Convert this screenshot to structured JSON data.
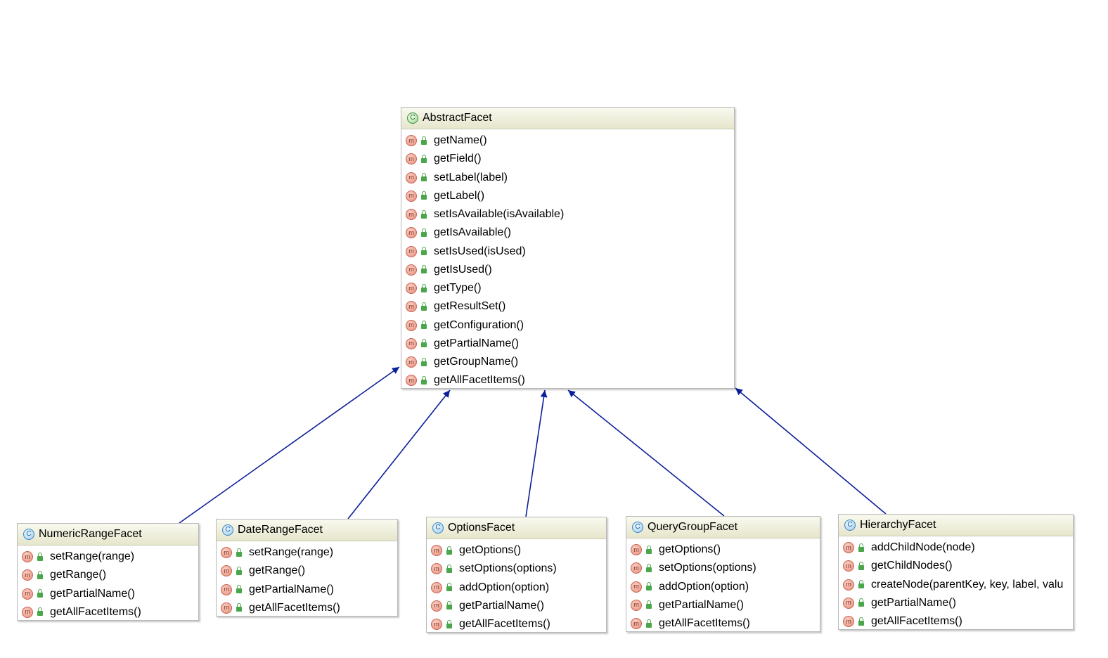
{
  "colors": {
    "arrow": "#0b1f9a",
    "header_gradient_top": "#f9f9ef",
    "header_gradient_bottom": "#e6e6cc",
    "method_icon": "#e58b78",
    "public_lock": "#4aa64a"
  },
  "icons": {
    "class": "class-icon",
    "abstract_class": "abstract-class-icon",
    "method": "method-icon",
    "public": "lock-icon"
  },
  "classes": {
    "abstract_facet": {
      "name": "AbstractFacet",
      "icon_letter": "C",
      "methods": [
        "getName()",
        "getField()",
        "setLabel(label)",
        "getLabel()",
        "setIsAvailable(isAvailable)",
        "getIsAvailable()",
        "setIsUsed(isUsed)",
        "getIsUsed()",
        "getType()",
        "getResultSet()",
        "getConfiguration()",
        "getPartialName()",
        "getGroupName()",
        "getAllFacetItems()"
      ]
    },
    "numeric_range_facet": {
      "name": "NumericRangeFacet",
      "icon_letter": "C",
      "methods": [
        "setRange(range)",
        "getRange()",
        "getPartialName()",
        "getAllFacetItems()"
      ]
    },
    "date_range_facet": {
      "name": "DateRangeFacet",
      "icon_letter": "C",
      "methods": [
        "setRange(range)",
        "getRange()",
        "getPartialName()",
        "getAllFacetItems()"
      ]
    },
    "options_facet": {
      "name": "OptionsFacet",
      "icon_letter": "C",
      "methods": [
        "getOptions()",
        "setOptions(options)",
        "addOption(option)",
        "getPartialName()",
        "getAllFacetItems()"
      ]
    },
    "query_group_facet": {
      "name": "QueryGroupFacet",
      "icon_letter": "C",
      "methods": [
        "getOptions()",
        "setOptions(options)",
        "addOption(option)",
        "getPartialName()",
        "getAllFacetItems()"
      ]
    },
    "hierarchy_facet": {
      "name": "HierarchyFacet",
      "icon_letter": "C",
      "methods": [
        "addChildNode(node)",
        "getChildNodes()",
        "createNode(parentKey, key, label, valu",
        "getPartialName()",
        "getAllFacetItems()"
      ]
    }
  },
  "inheritance": [
    {
      "child": "NumericRangeFacet",
      "parent": "AbstractFacet"
    },
    {
      "child": "DateRangeFacet",
      "parent": "AbstractFacet"
    },
    {
      "child": "OptionsFacet",
      "parent": "AbstractFacet"
    },
    {
      "child": "QueryGroupFacet",
      "parent": "AbstractFacet"
    },
    {
      "child": "HierarchyFacet",
      "parent": "AbstractFacet"
    }
  ]
}
